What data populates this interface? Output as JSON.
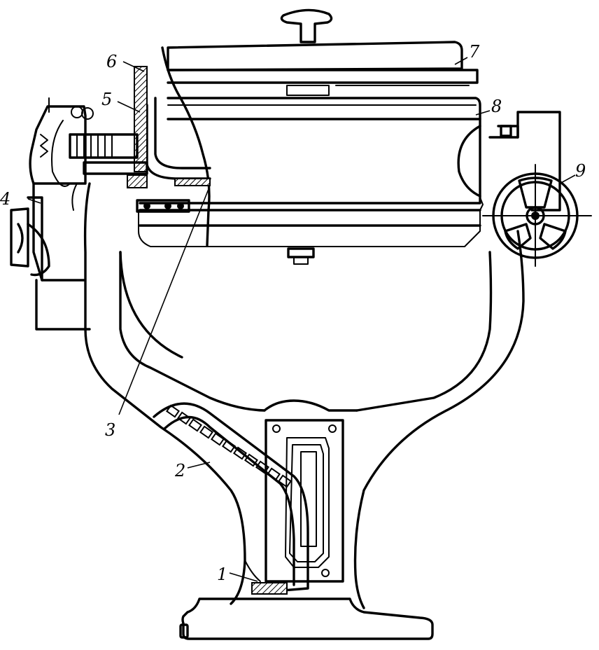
{
  "labels": [
    {
      "id": "1",
      "text": "1"
    },
    {
      "id": "2",
      "text": "2"
    },
    {
      "id": "3",
      "text": "3"
    },
    {
      "id": "4",
      "text": "4"
    },
    {
      "id": "5",
      "text": "5"
    },
    {
      "id": "6",
      "text": "6"
    },
    {
      "id": "7",
      "text": "7"
    },
    {
      "id": "8",
      "text": "8"
    },
    {
      "id": "9",
      "text": "9"
    }
  ]
}
